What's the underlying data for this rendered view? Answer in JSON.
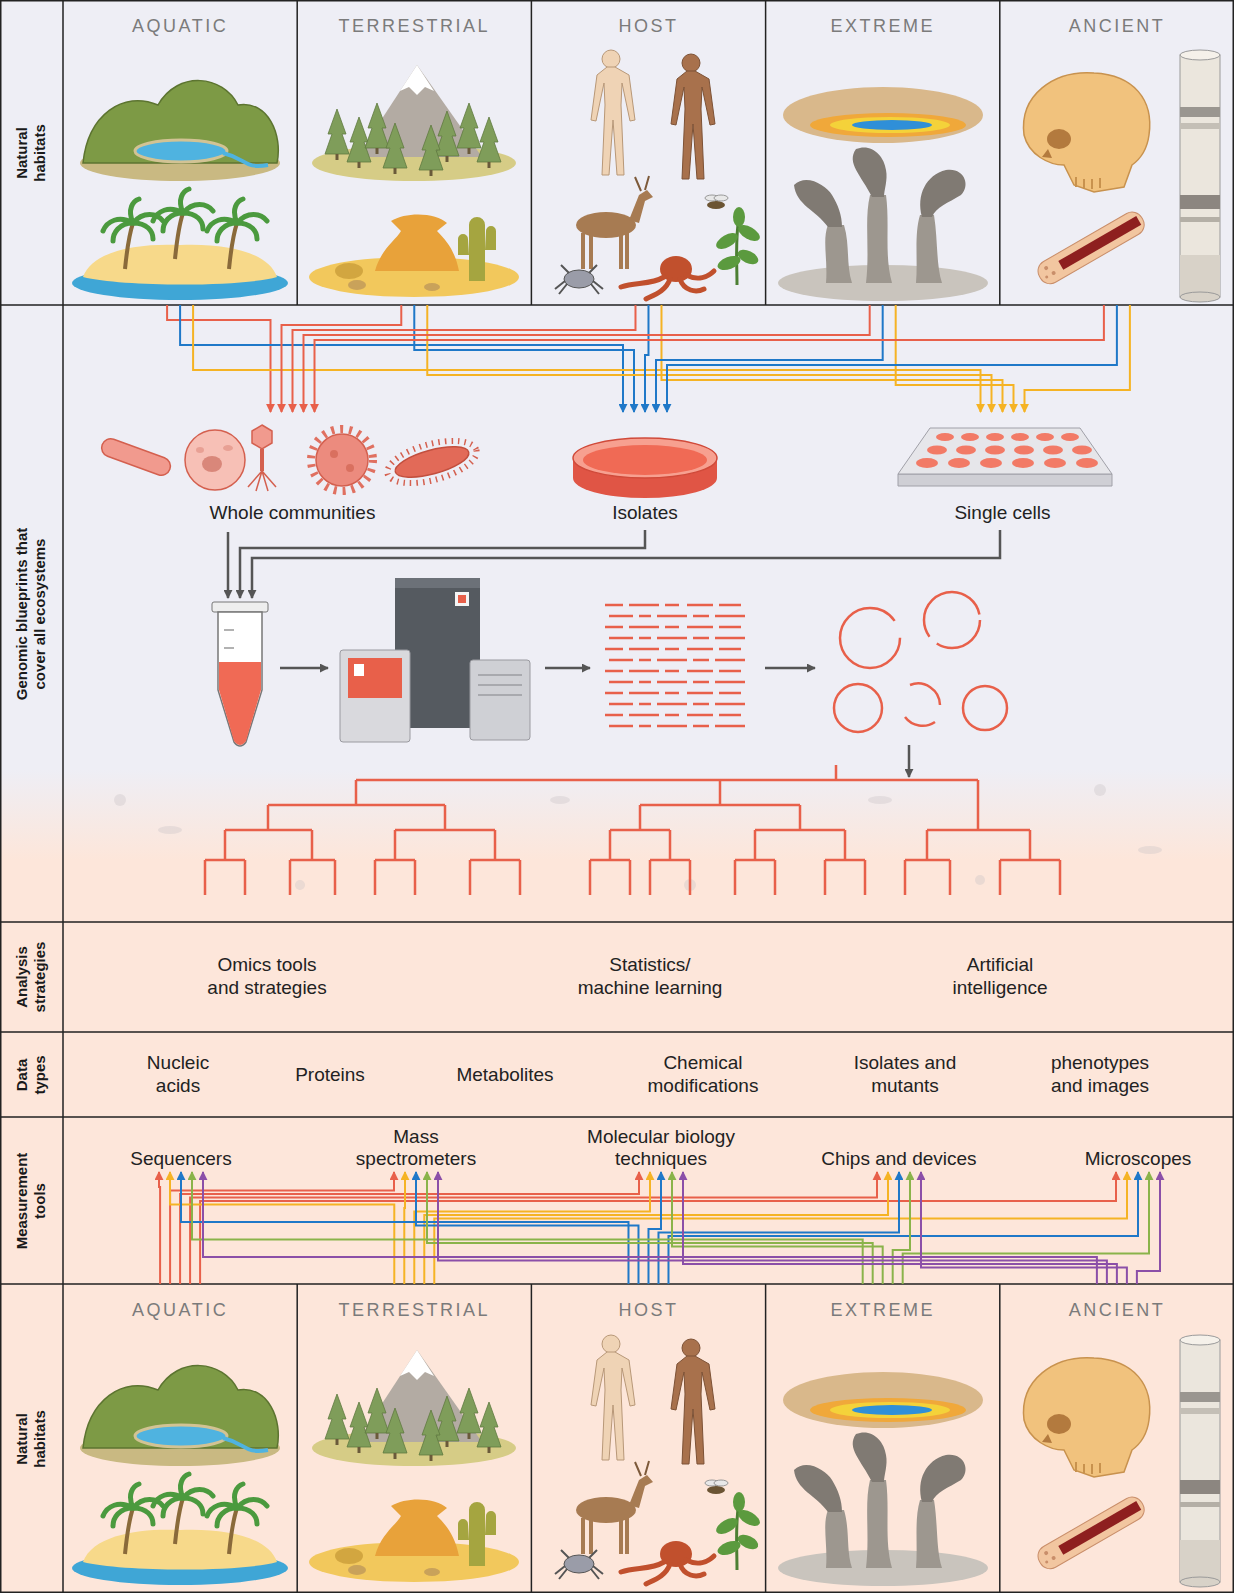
{
  "diagram": {
    "nodes": [
      {
        "text": [
          "Natural habitats"
        ]
      },
      {
        "text": [
          "AQUATIC"
        ],
        "in": 0
      },
      {
        "text": [
          "TERRESTRIAL"
        ],
        "in": 0
      },
      {
        "text": [
          "HOST"
        ],
        "in": 0
      },
      {
        "text": [
          "EXTREME"
        ],
        "in": 0
      },
      {
        "text": [
          "ANCIENT"
        ],
        "in": 0
      },
      {
        "text": [
          "Genomic blueprints that cover all ecosystems"
        ]
      },
      {
        "text": [
          "Whole communities"
        ],
        "in": 6
      },
      {
        "text": [
          "Isolates"
        ],
        "in": 6
      },
      {
        "text": [
          "Single cells"
        ],
        "in": 6
      },
      {
        "text": [
          "Analysis strategies"
        ]
      },
      {
        "text": [
          "Data types"
        ]
      },
      {
        "text": [
          "Measurement tools"
        ]
      },
      {
        "text": [
          "Sequencers"
        ],
        "in": 12
      },
      {
        "text": [
          "Mass spectrometers"
        ],
        "in": 12
      },
      {
        "text": [
          "Molecular biology techniques"
        ],
        "in": 12
      },
      {
        "text": [
          "Chips and devices"
        ],
        "in": 12
      },
      {
        "text": [
          "Microscopes"
        ],
        "in": 12
      },
      {
        "text": [
          "Natural habitats"
        ]
      },
      {
        "text": [
          "AQUATIC"
        ],
        "in": 18
      },
      {
        "text": [
          "TERRESTRIAL"
        ],
        "in": 18
      },
      {
        "text": [
          "HOST"
        ],
        "in": 18
      },
      {
        "text": [
          "EXTREME"
        ],
        "in": 18
      },
      {
        "text": [
          "ANCIENT"
        ],
        "in": 18
      }
    ],
    "edges": [
      {
        "from": 1,
        "to": 7,
        "arrow": "to"
      },
      {
        "from": 1,
        "to": 8,
        "arrow": "to"
      },
      {
        "from": 1,
        "to": 9,
        "arrow": "to"
      },
      {
        "from": 2,
        "to": 7,
        "arrow": "to"
      },
      {
        "from": 2,
        "to": 8,
        "arrow": "to"
      },
      {
        "from": 2,
        "to": 9,
        "arrow": "to"
      },
      {
        "from": 3,
        "to": 7,
        "arrow": "to"
      },
      {
        "from": 3,
        "to": 8,
        "arrow": "to"
      },
      {
        "from": 3,
        "to": 9,
        "arrow": "to"
      },
      {
        "from": 4,
        "to": 7,
        "arrow": "to"
      },
      {
        "from": 4,
        "to": 8,
        "arrow": "to"
      },
      {
        "from": 4,
        "to": 9,
        "arrow": "to"
      },
      {
        "from": 5,
        "to": 7,
        "arrow": "to"
      },
      {
        "from": 5,
        "to": 8,
        "arrow": "to"
      },
      {
        "from": 5,
        "to": 9,
        "arrow": "to"
      },
      {
        "from": 19,
        "to": 13,
        "arrow": "to"
      },
      {
        "from": 19,
        "to": 14,
        "arrow": "to"
      },
      {
        "from": 19,
        "to": 15,
        "arrow": "to"
      },
      {
        "from": 19,
        "to": 16,
        "arrow": "to"
      },
      {
        "from": 19,
        "to": 17,
        "arrow": "to"
      },
      {
        "from": 20,
        "to": 13,
        "arrow": "to"
      },
      {
        "from": 20,
        "to": 14,
        "arrow": "to"
      },
      {
        "from": 20,
        "to": 15,
        "arrow": "to"
      },
      {
        "from": 20,
        "to": 16,
        "arrow": "to"
      },
      {
        "from": 20,
        "to": 17,
        "arrow": "to"
      },
      {
        "from": 21,
        "to": 13,
        "arrow": "to"
      },
      {
        "from": 21,
        "to": 14,
        "arrow": "to"
      },
      {
        "from": 21,
        "to": 15,
        "arrow": "to"
      },
      {
        "from": 21,
        "to": 16,
        "arrow": "to"
      },
      {
        "from": 21,
        "to": 17,
        "arrow": "to"
      },
      {
        "from": 22,
        "to": 13,
        "arrow": "to"
      },
      {
        "from": 22,
        "to": 14,
        "arrow": "to"
      },
      {
        "from": 22,
        "to": 15,
        "arrow": "to"
      },
      {
        "from": 22,
        "to": 16,
        "arrow": "to"
      },
      {
        "from": 22,
        "to": 17,
        "arrow": "to"
      },
      {
        "from": 23,
        "to": 13,
        "arrow": "to"
      },
      {
        "from": 23,
        "to": 14,
        "arrow": "to"
      },
      {
        "from": 23,
        "to": 15,
        "arrow": "to"
      },
      {
        "from": 23,
        "to": 16,
        "arrow": "to"
      },
      {
        "from": 23,
        "to": 17,
        "arrow": "to"
      }
    ],
    "labels": [
      "Omics tools and strategies",
      "Statistics/ machine learning",
      "Artificial intelligence",
      "Nucleic acids",
      "Proteins",
      "Metabolites",
      "Chemical modifications",
      "Isolates and mutants",
      "phenotypes and images"
    ]
  }
}
